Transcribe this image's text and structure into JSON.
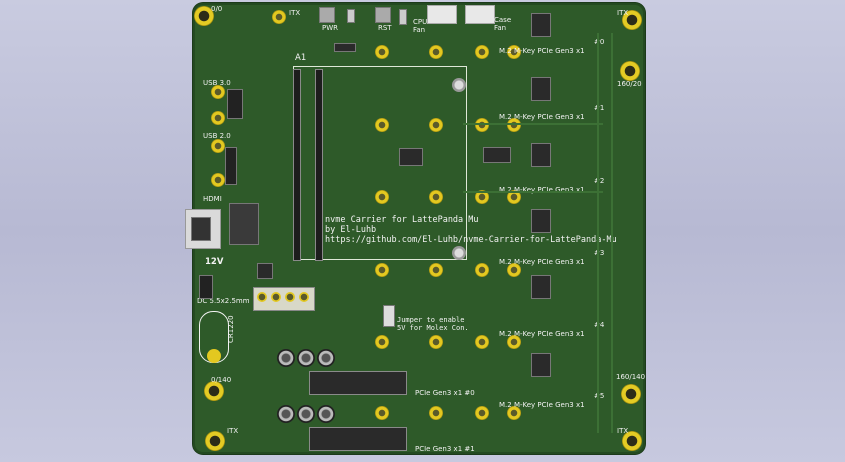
{
  "board": {
    "color": "#2e5a29",
    "silkscreen_color": "#f2f2f2",
    "copper_color": "#e3c820"
  },
  "labels": {
    "corner_tl": "0/0",
    "itx_tl": "ITX",
    "itx_tr": "ITX",
    "itx_bl": "ITX",
    "itx_br": "ITX",
    "pwr": "PWR",
    "rst": "RST",
    "cpu_fan": "CPU\nFan",
    "case_fan": "Case\nFan",
    "usb3": "USB 3.0",
    "usb2": "USB 2.0",
    "hdmi": "HDMI",
    "v12": "12V",
    "dc": "DC 5.5x2.5mm",
    "cr": "CR1220",
    "a1": "A1",
    "coord_160_20": "160/20",
    "coord_0_140": "0/140",
    "coord_160_140": "160/140",
    "jumper": "Jumper to enable\n5V for Molex Con.",
    "title": "nvme Carrier for LattePanda Mu",
    "author": "by El-Luhb",
    "url": "https://github.com/El-Luhb/nvme-Carrier-for-LattePanda-Mu",
    "pcie0": "PCIe Gen3 x1 #0",
    "pcie1": "PCIe Gen3 x1 #1"
  },
  "m2_slots": [
    {
      "label": "M.2 M-Key PCIe Gen3 x1",
      "index": "#0"
    },
    {
      "label": "M.2 M-Key PCIe Gen3 x1",
      "index": "#1"
    },
    {
      "label": "M.2 M-Key PCIe Gen3 x1",
      "index": "#2"
    },
    {
      "label": "M.2 M-Key PCIe Gen3 x1",
      "index": "#3"
    },
    {
      "label": "M.2 M-Key PCIe Gen3 x1",
      "index": "#4"
    },
    {
      "label": "M.2 M-Key PCIe Gen3 x1",
      "index": "#5"
    }
  ]
}
